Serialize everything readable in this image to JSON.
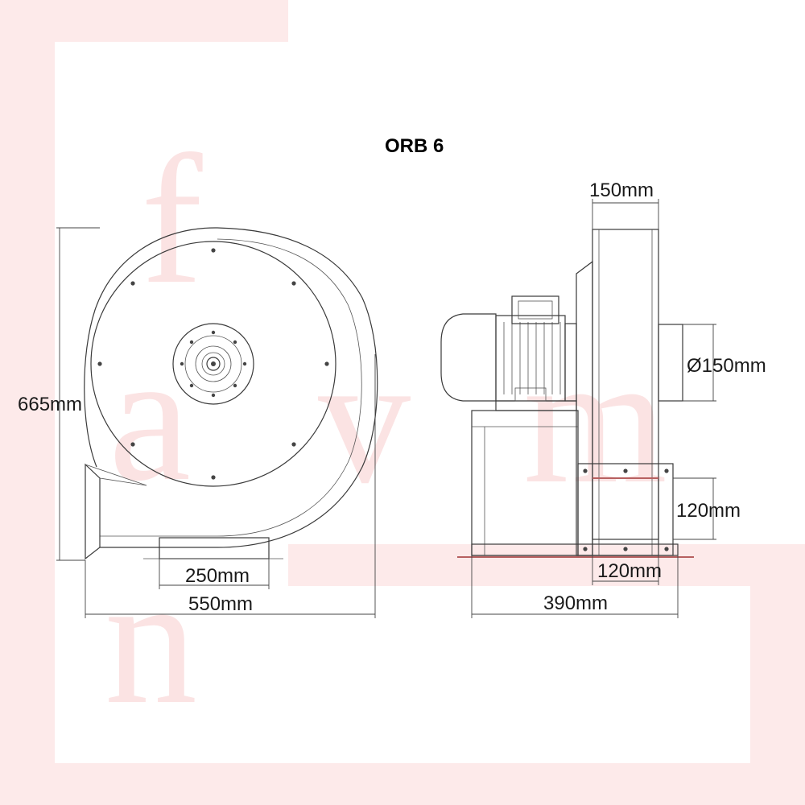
{
  "drawing": {
    "title": "ORB 6",
    "watermark": {
      "letters": [
        "f",
        "a",
        "v",
        "m",
        "n"
      ],
      "color": "#fbe3e3"
    },
    "front_view": {
      "height_label": "665mm",
      "width_label": "550mm",
      "base_label": "250mm"
    },
    "side_view": {
      "housing_width_label": "150mm",
      "inlet_diameter_label": "Ø150mm",
      "outlet_height_label": "120mm",
      "outlet_width_label": "120mm",
      "total_depth_label": "390mm"
    }
  }
}
